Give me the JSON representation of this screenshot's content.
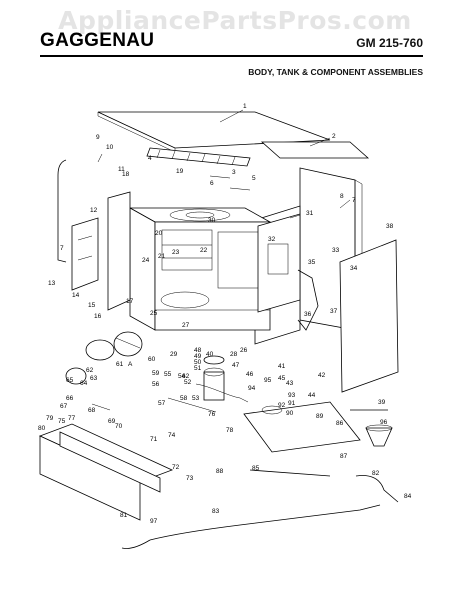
{
  "header": {
    "watermark": "AppliancePartsPros.com",
    "brand": "GAGGENAU",
    "model": "GM 215-760",
    "subtitle": "BODY, TANK & COMPONENT ASSEMBLIES"
  },
  "callouts": [
    "1",
    "2",
    "3",
    "4",
    "5",
    "6",
    "7",
    "8",
    "9",
    "10",
    "11",
    "12",
    "13",
    "14",
    "15",
    "16",
    "17",
    "18",
    "19",
    "20",
    "21",
    "22",
    "23",
    "24",
    "25",
    "26",
    "27",
    "28",
    "29",
    "30",
    "31",
    "32",
    "33",
    "34",
    "35",
    "36",
    "37",
    "38",
    "39",
    "40",
    "41",
    "42",
    "43",
    "44",
    "45",
    "46",
    "47",
    "48",
    "49",
    "50",
    "51",
    "52",
    "53",
    "54",
    "55",
    "56",
    "57",
    "58",
    "59",
    "60",
    "61",
    "62",
    "63",
    "64",
    "65",
    "66",
    "67",
    "68",
    "69",
    "70",
    "71",
    "72",
    "73",
    "74",
    "75",
    "76",
    "77",
    "78",
    "79",
    "80",
    "81",
    "82",
    "83",
    "84",
    "85",
    "86",
    "87",
    "88",
    "89",
    "90",
    "91",
    "92",
    "93",
    "94",
    "95",
    "96",
    "97",
    "A"
  ]
}
